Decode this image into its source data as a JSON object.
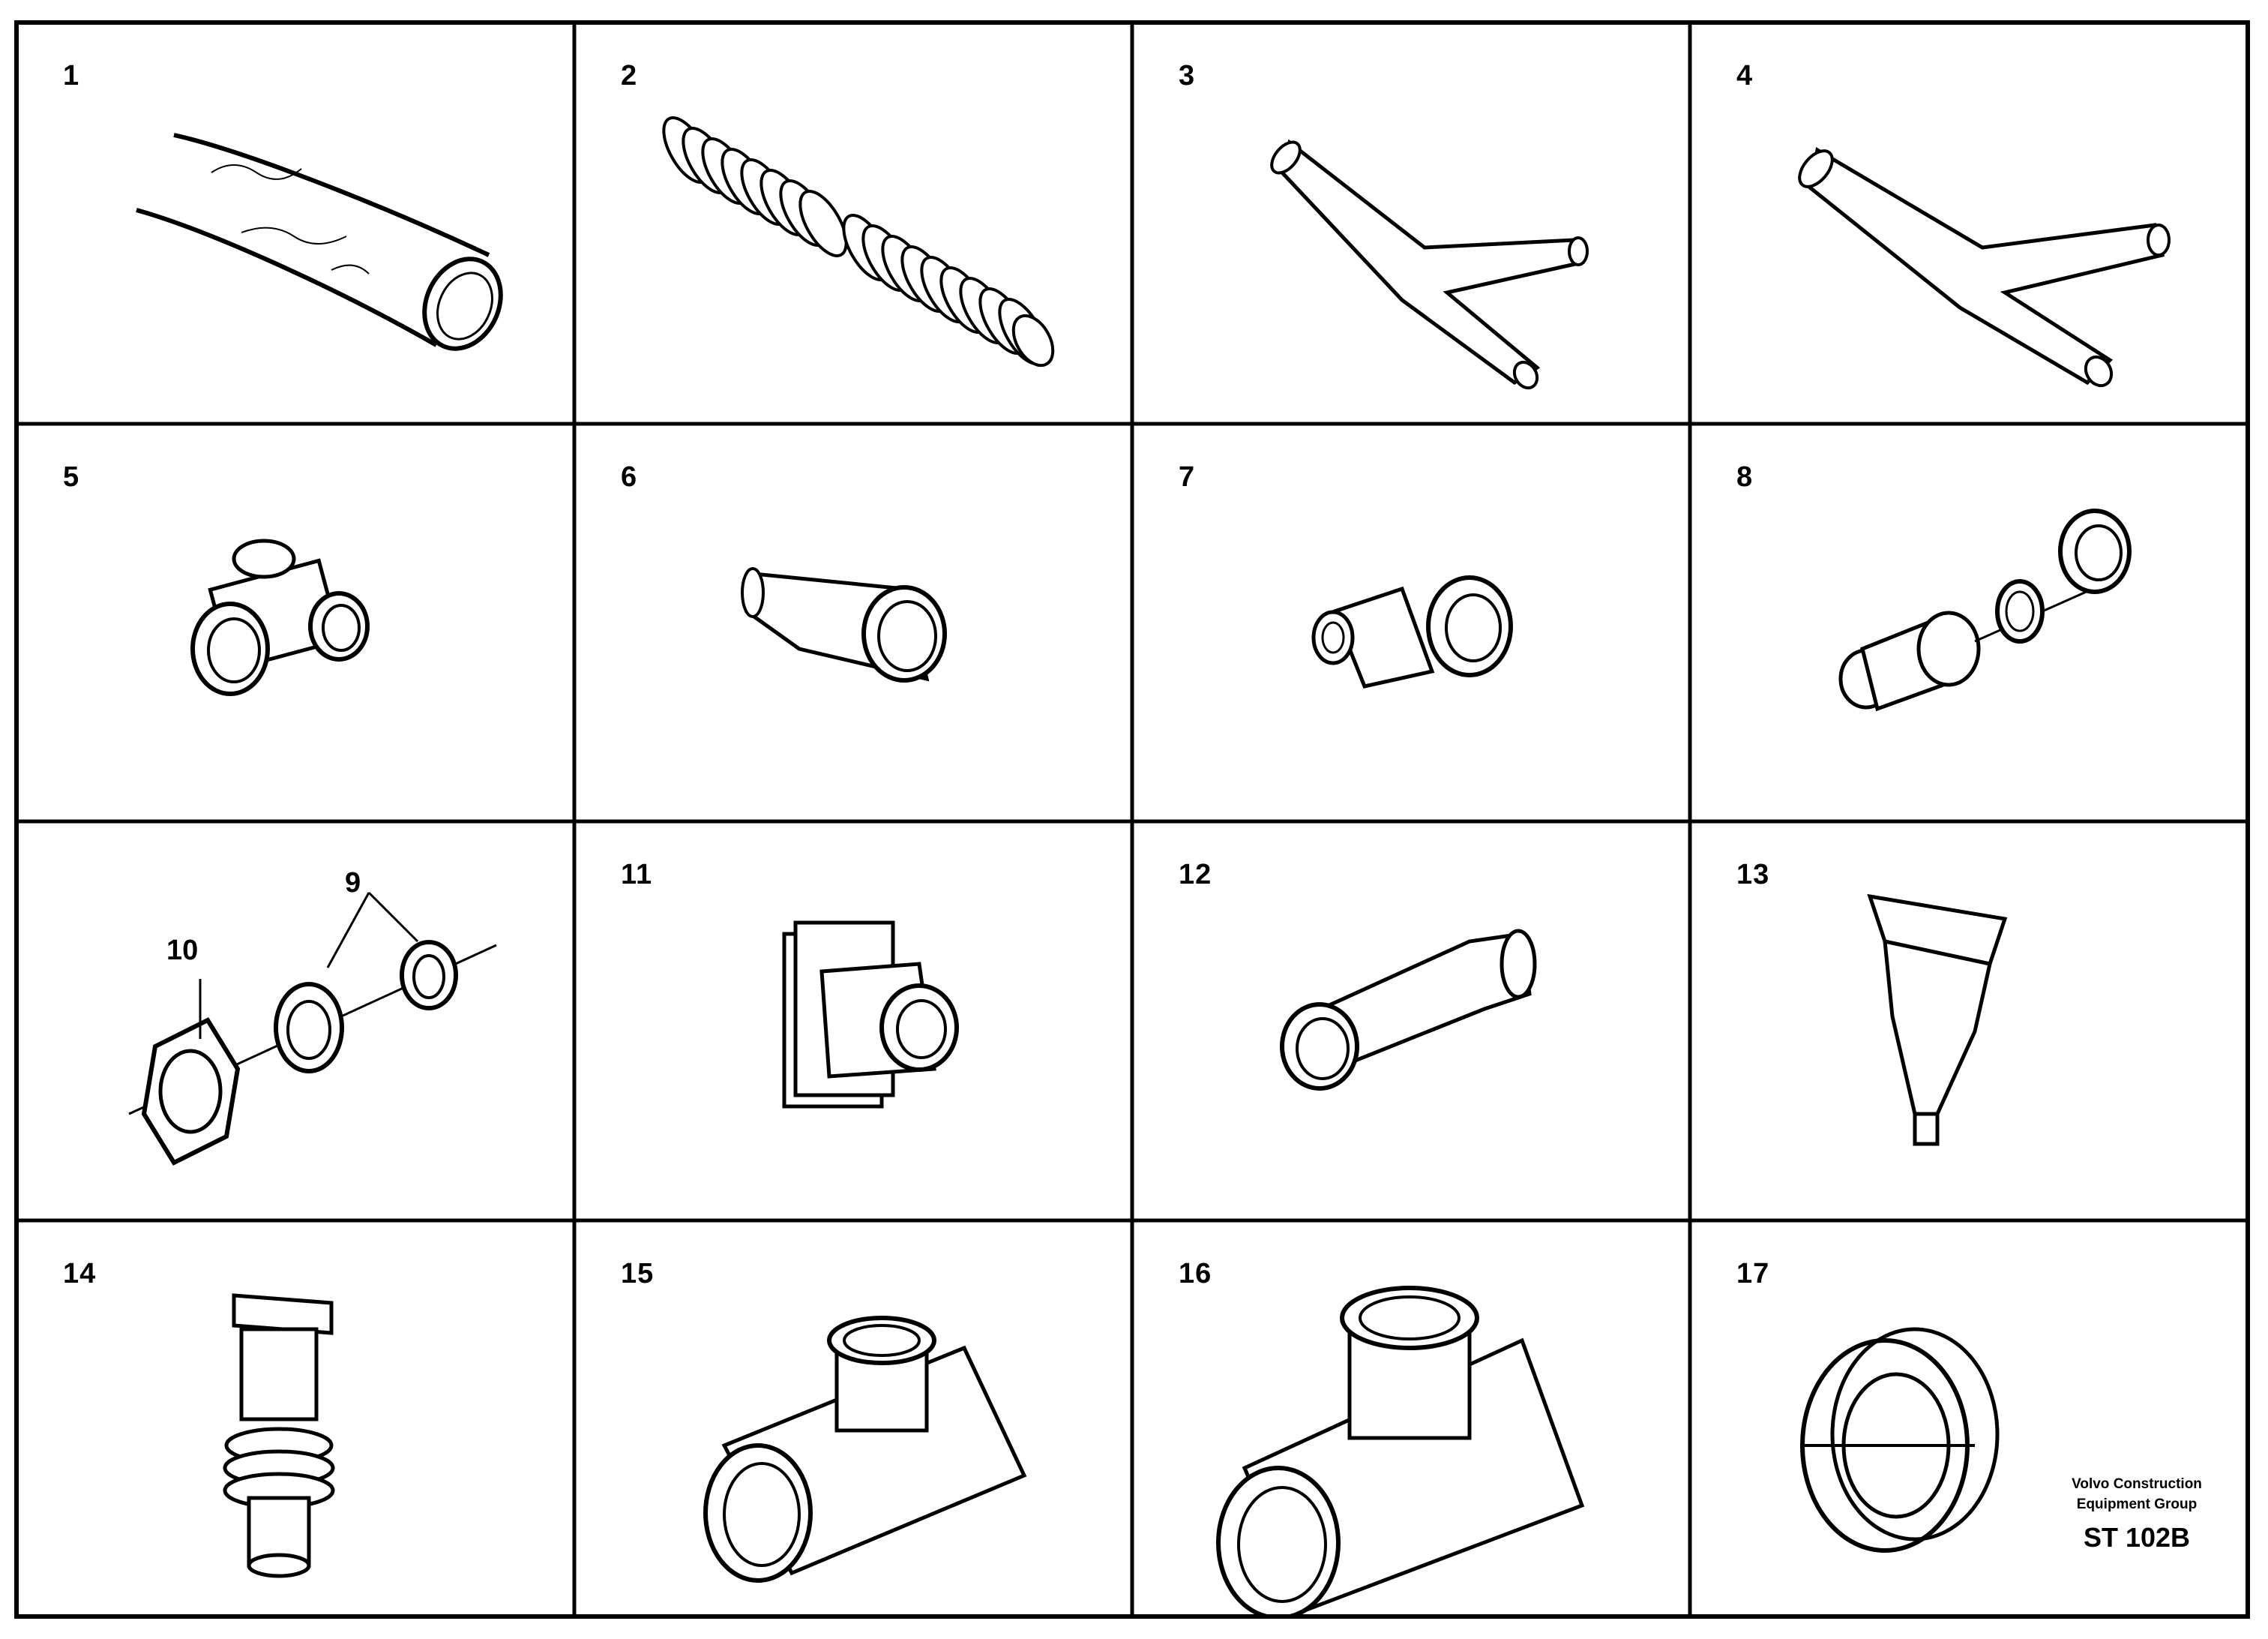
{
  "cells": [
    {
      "label": "1",
      "part": "hose-tube"
    },
    {
      "label": "2",
      "part": "corrugated-bellows"
    },
    {
      "label": "3",
      "part": "y-branch-hose"
    },
    {
      "label": "4",
      "part": "y-branch-hose-large"
    },
    {
      "label": "5",
      "part": "tee-connector"
    },
    {
      "label": "6",
      "part": "reducer-sleeve"
    },
    {
      "label": "7",
      "part": "elbow-connector"
    },
    {
      "label": "8",
      "part": "fitting-nut-set"
    },
    {
      "label": "",
      "part": "bulkhead-fitting-set"
    },
    {
      "label": "11",
      "part": "grommet-plate"
    },
    {
      "label": "12",
      "part": "stepped-sleeve"
    },
    {
      "label": "13",
      "part": "funnel-clip"
    },
    {
      "label": "14",
      "part": "clip-connector"
    },
    {
      "label": "15",
      "part": "tee-with-clamps"
    },
    {
      "label": "16",
      "part": "tee-with-clamps-large"
    },
    {
      "label": "17",
      "part": "split-grommet"
    }
  ],
  "callouts": {
    "ref_9": "9",
    "ref_10": "10"
  },
  "footer": {
    "org_line1": "Volvo Construction",
    "org_line2": "Equipment Group",
    "code": "ST 102B"
  }
}
